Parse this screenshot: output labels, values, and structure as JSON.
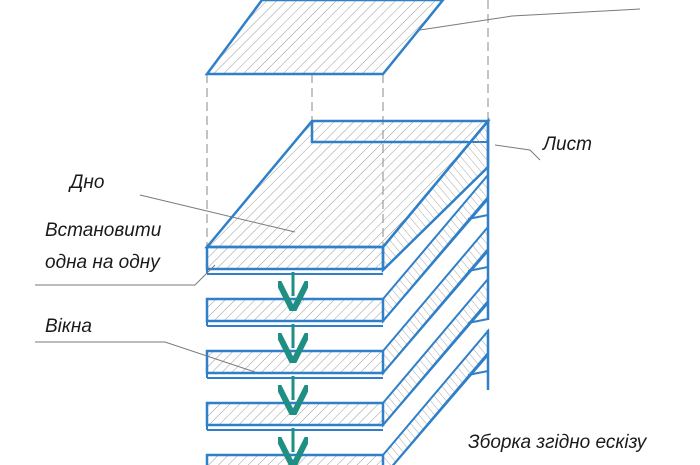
{
  "labels": {
    "sheet": "Лист",
    "bottom": "Дно",
    "stack_line1": "Встановити",
    "stack_line2": "одна на одну",
    "windows": "Вікна",
    "assembly": "Зборка згідно ескізу"
  },
  "colors": {
    "outline": "#2f7fc9",
    "hatch": "#9a9a9a",
    "arrow": "#1f8f84",
    "leader": "#7a7a7a",
    "dash": "#8a8a8a"
  },
  "stack": {
    "tray_count": 5,
    "arrow_count": 4
  }
}
